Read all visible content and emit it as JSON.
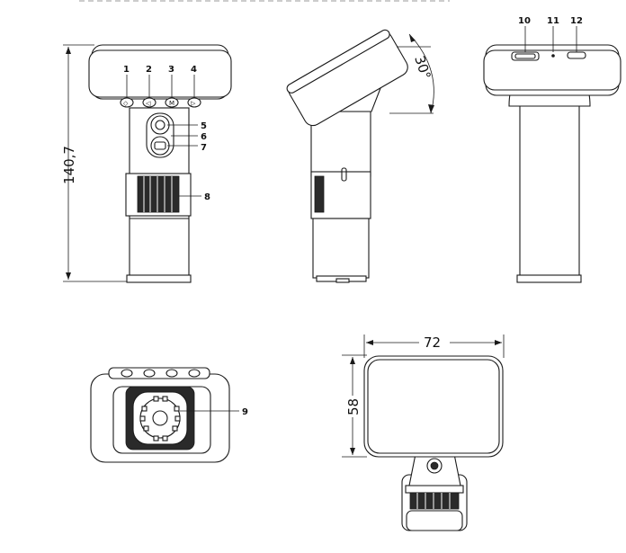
{
  "header_text": "",
  "callouts": {
    "c1": "1",
    "c2": "2",
    "c3": "3",
    "c4": "4",
    "c5": "5",
    "c6": "6",
    "c7": "7",
    "c8": "8",
    "c9": "9",
    "c10": "10",
    "c11": "11",
    "c12": "12"
  },
  "dimensions": {
    "height": "140,7",
    "tilt": "30°",
    "width": "72",
    "screen_height": "58"
  }
}
